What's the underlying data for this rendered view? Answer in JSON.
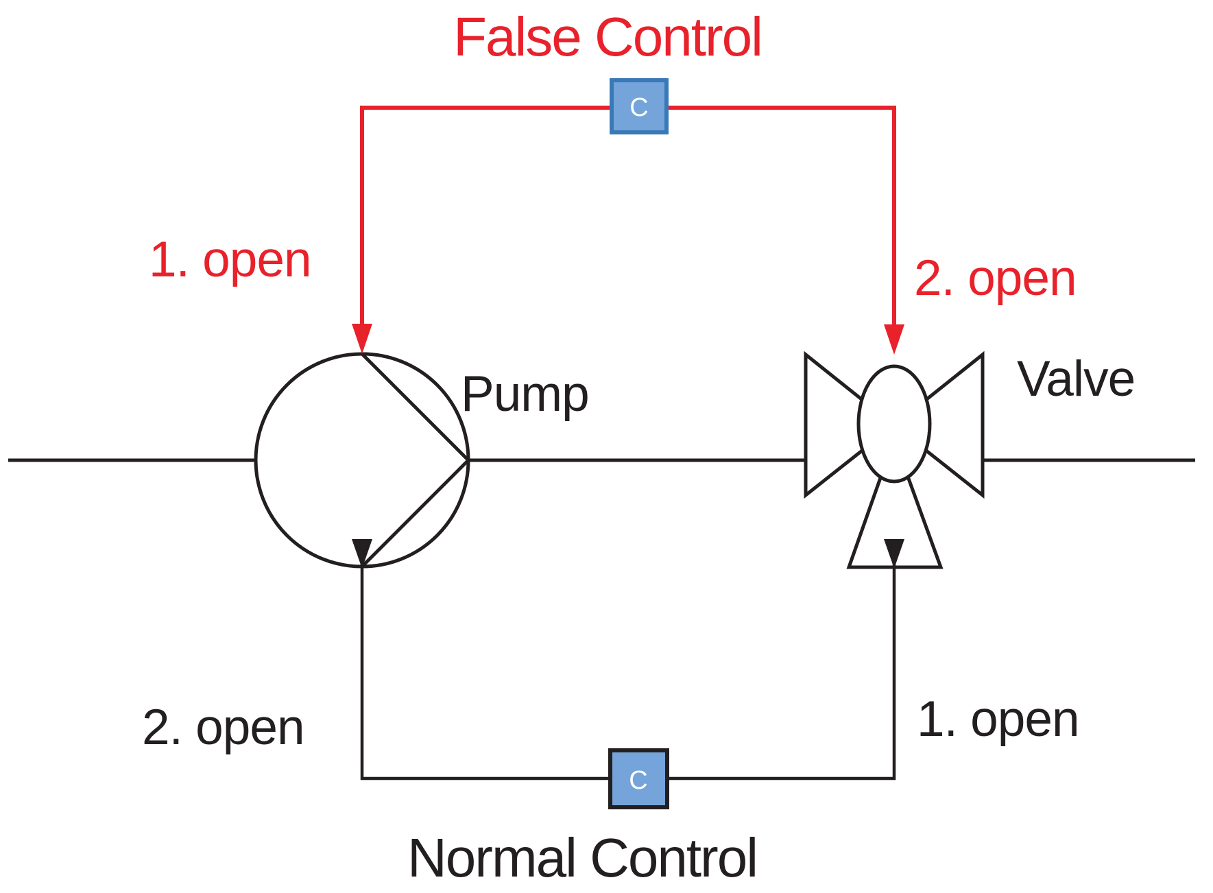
{
  "titles": {
    "false_control": "False Control",
    "normal_control": "Normal Control"
  },
  "labels": {
    "pump": "Pump",
    "valve": "Valve"
  },
  "false_control": {
    "step1": "1. open",
    "step2": "2. open",
    "line_color": "#E8212B"
  },
  "normal_control": {
    "step1": "1. open",
    "step2": "2. open",
    "line_color": "#231F20"
  },
  "controllers": {
    "false_label": "C",
    "normal_label": "C",
    "box_fill": "#74A4DA",
    "false_border": "#3979B5",
    "normal_border": "#231F20"
  },
  "colors": {
    "red": "#E8212B",
    "black": "#231F20",
    "controller_blue": "#74A4DA",
    "controller_border_blue": "#3979B5",
    "background": "#FFFFFF"
  }
}
